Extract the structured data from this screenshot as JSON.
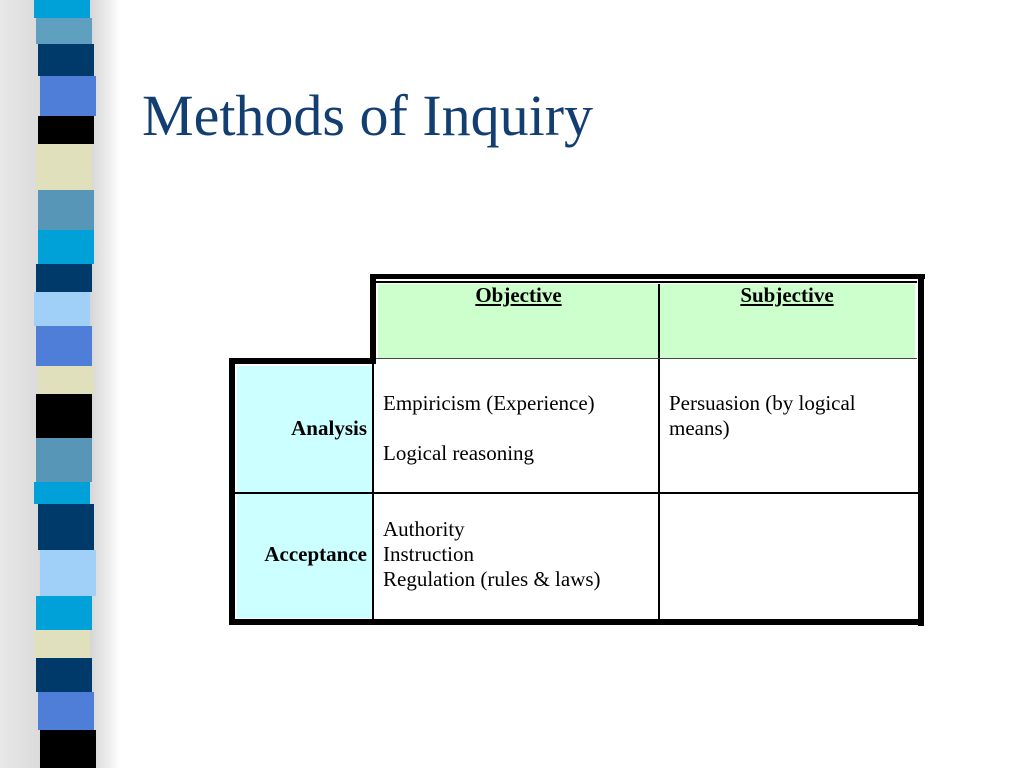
{
  "slide": {
    "title": "Methods of Inquiry"
  },
  "decoration": {
    "stripe_colors": [
      "#00a0d8",
      "#5fa0c0",
      "#003a6a",
      "#4e7ed8",
      "#000000",
      "#e0e0bc",
      "#5896b8",
      "#00a0d8",
      "#003a6a",
      "#a0d0f8",
      "#4e7ed8",
      "#e0e0bc",
      "#000000",
      "#5896b8",
      "#00a0d8",
      "#003a6a",
      "#a0d0f8",
      "#00a0d8",
      "#e0e0bc",
      "#003a6a",
      "#4e7ed8",
      "#000000"
    ]
  },
  "table": {
    "header_bg": "#ccffcc",
    "label_bg": "#ccffff",
    "columns": [
      "Objective",
      "Subjective"
    ],
    "rows": [
      {
        "label": "Analysis",
        "objective_lines": [
          "Empiricism (Experience)",
          "Logical reasoning"
        ],
        "subjective_lines": [
          "Persuasion (by logical",
          "means)"
        ]
      },
      {
        "label": "Acceptance",
        "objective_lines": [
          "Authority",
          "Instruction",
          "Regulation (rules & laws)"
        ],
        "subjective_lines": []
      }
    ]
  }
}
